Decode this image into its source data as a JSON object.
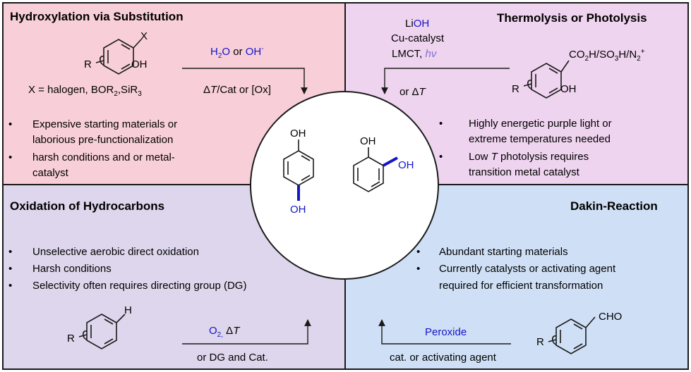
{
  "colors": {
    "top_left_bg": "#f8cfd8",
    "top_right_bg": "#efd4ef",
    "bottom_left_bg": "#ddd6ec",
    "bottom_right_bg": "#cfe0f6",
    "accent_blue": "#1515c8",
    "hv_purple": "#7a6fd0",
    "border": "#1a1a1a"
  },
  "center": {
    "hydroquinone": {
      "oh_top": "OH",
      "oh_bottom": "OH"
    },
    "catechol": {
      "oh_top": "OH",
      "oh_side": "OH"
    }
  },
  "top_left": {
    "title": "Hydroxylation  via Substitution",
    "molecule": {
      "x": "X",
      "r": "R",
      "oh": "OH"
    },
    "x_def": "X = halogen, BOR",
    "x_def_sub1": "2",
    "x_def_mid": ",SiR",
    "x_def_sub2": "3",
    "reagent_h2o_h": "H",
    "reagent_h2o_sub": "2",
    "reagent_h2o_o": "O",
    "reagent_or": " or ",
    "reagent_oh": "OH",
    "reagent_oh_sup": "-",
    "cond_delta": "Δ",
    "cond_t": "T",
    "cond_rest": "/Cat or [Ox]",
    "bullets": [
      "Expensive starting materials or",
      "laborious pre-functionalization",
      "harsh conditions and or metal-",
      "catalyst"
    ]
  },
  "top_right": {
    "title": "Thermolysis or Photolysis",
    "reagent_li": "Li",
    "reagent_oh": "OH",
    "reagent_cu": "Cu-catalyst",
    "reagent_lmct": "LMCT, ",
    "reagent_hv": "hν",
    "cond_or": "or Δ",
    "cond_t": "T",
    "molecule": {
      "r": "R",
      "oh": "OH",
      "sub_a": "CO",
      "sub_a2": "2",
      "sub_b": "H/SO",
      "sub_b3": "3",
      "sub_c": "H/N",
      "sub_c2": "2",
      "sub_plus": "+"
    },
    "bullets": [
      "Highly energetic purple light or",
      "extreme temperatures needed",
      "Low ",
      "T",
      " photolysis requires",
      "transition metal catalyst"
    ]
  },
  "bottom_left": {
    "title": "Oxidation of Hydrocarbons",
    "bullets": [
      "Unselective aerobic direct oxidation",
      "Harsh conditions",
      "Selectivity often requires directing group (DG)"
    ],
    "molecule": {
      "r": "R",
      "h": "H"
    },
    "reagent_o": "O",
    "reagent_o_sub": "2,",
    "reagent_delta": " Δ",
    "reagent_t": "T",
    "cond": "or DG and Cat."
  },
  "bottom_right": {
    "title": "Dakin-Reaction",
    "bullets": [
      "Abundant starting materials",
      "Currently catalysts or activating agent",
      "required for efficient transformation"
    ],
    "reagent": "Peroxide",
    "cond": "cat. or activating agent",
    "molecule": {
      "r": "R",
      "cho": "CHO"
    }
  }
}
